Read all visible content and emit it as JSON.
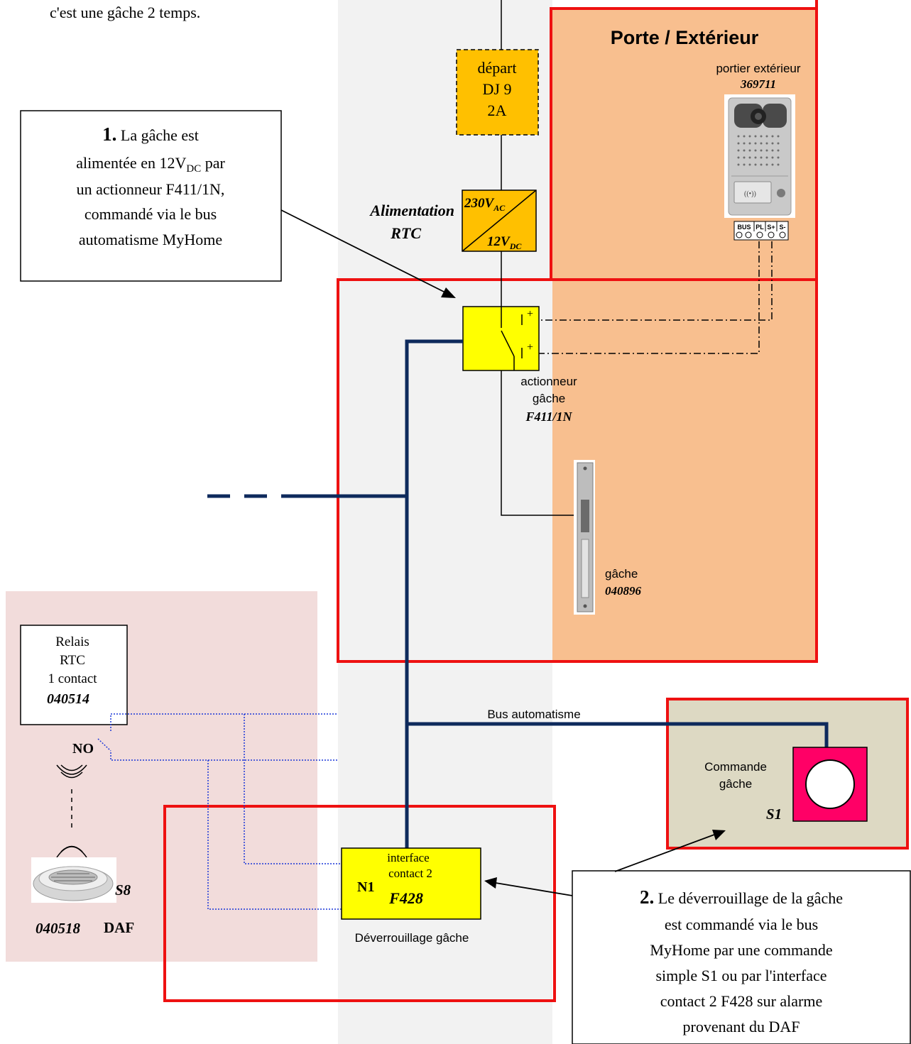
{
  "top_note": "c'est une gâche 2 temps.",
  "zones": {
    "porte_exterieur": "Porte / Extérieur"
  },
  "depart": {
    "line1": "départ",
    "line2": "DJ 9",
    "line3": "2A"
  },
  "alimentation": {
    "label_line1": "Alimentation",
    "label_line2": "RTC",
    "input_v": "230V",
    "input_sub": "AC",
    "output_v": "12V",
    "output_sub": "DC"
  },
  "portier": {
    "label": "portier extérieur",
    "ref": "369711",
    "terminals": [
      "BUS",
      "PL",
      "S+",
      "S-"
    ]
  },
  "actionneur": {
    "line1": "actionneur",
    "line2": "gâche",
    "ref": "F411/1N",
    "plus1": "+",
    "plus2": "+"
  },
  "gache": {
    "label": "gâche",
    "ref": "040896"
  },
  "callout1": {
    "number": "1.",
    "text1": " La gâche est",
    "text2": "alimentée en 12V",
    "text2_sub": "DC",
    "text2_end": " par",
    "text3": "un actionneur F411/1N,",
    "text4": "commandé via le bus",
    "text5": "automatisme MyHome"
  },
  "relais": {
    "line1": "Relais",
    "line2": "RTC",
    "line3": "1 contact",
    "ref": "040514",
    "contact": "NO"
  },
  "daf": {
    "ref_s": "S8",
    "ref": "040518",
    "name": "DAF"
  },
  "bus": {
    "label": "Bus automatisme"
  },
  "commande": {
    "line1": "Commande",
    "line2": "gâche",
    "ref": "S1"
  },
  "interface": {
    "line1": "interface",
    "line2": "contact 2",
    "ref": "F428",
    "input": "N1",
    "caption": "Déverrouillage gâche"
  },
  "callout2": {
    "number": "2.",
    "text1": " Le déverrouillage de la gâche",
    "text2": "est commandé via le bus",
    "text3": "MyHome par une commande",
    "text4": "simple S1 ou par l'interface",
    "text5": "contact 2  F428 sur alarme",
    "text6": "provenant du DAF"
  },
  "colors": {
    "zone_grey": "#f2f2f2",
    "zone_orange": "#f8bf8f",
    "zone_pink": "#f2dcdb",
    "zone_beige": "#ddd9c3",
    "frame_red": "#ee1111",
    "bus_blue": "#0e2a5c",
    "module_yellow": "#ffff00",
    "module_orange": "#ffc000",
    "button_pink": "#ff0066"
  }
}
